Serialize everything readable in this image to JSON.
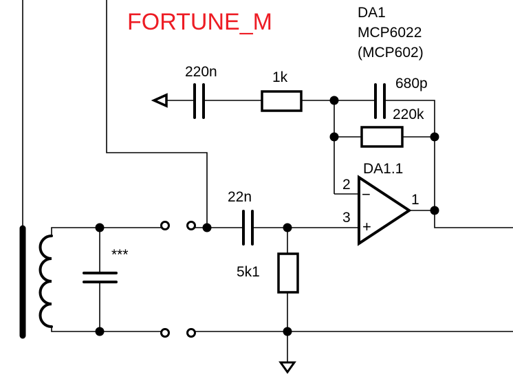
{
  "title": {
    "text": "FORTUNE_M",
    "color": "#ed1c24"
  },
  "ic": {
    "designator": "DA1",
    "part": "MCP6022",
    "alternate": "(MCP602)",
    "unit": "DA1.1",
    "pins": {
      "inverting": "2",
      "non_inverting": "3",
      "output": "1"
    },
    "signs": {
      "inverting": "−",
      "non_inverting": "+"
    }
  },
  "components": {
    "c_input_coupling": {
      "value": "220n"
    },
    "r_input": {
      "value": "1k"
    },
    "c_feedback": {
      "value": "680p"
    },
    "r_feedback": {
      "value": "220k"
    },
    "c_coupling": {
      "value": "22n"
    },
    "r_bias": {
      "value": "5k1"
    },
    "c_tank": {
      "value": "***"
    }
  },
  "symbols": {
    "inductor": "coil-icon",
    "ferrite_rod": "ferrite-rod-icon",
    "ground": "ground-icon",
    "signal_port": "port-arrow-icon",
    "terminals": "open-terminal-icon"
  }
}
